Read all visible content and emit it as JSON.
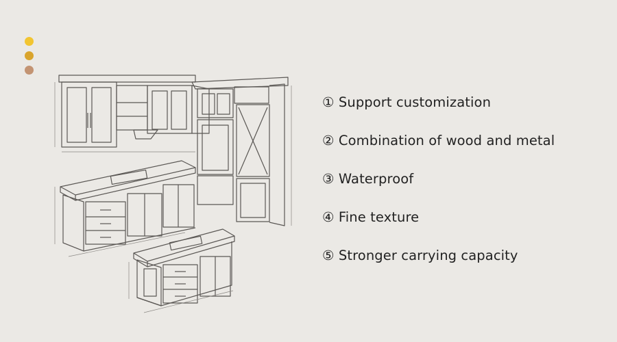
{
  "colors": {
    "background": "#ebe9e5",
    "dot_yellow": "#f2c531",
    "dot_gold": "#d9a42c",
    "dot_brown": "#c39473",
    "line": "#5a5754"
  },
  "illustration": {
    "subject": "kitchen cabinet line drawing",
    "icon": "kitchen-sketch-icon"
  },
  "features": [
    "① Support customization",
    "② Combination of wood and metal",
    "③ Waterproof",
    "④ Fine texture",
    "⑤ Stronger carrying capacity"
  ]
}
